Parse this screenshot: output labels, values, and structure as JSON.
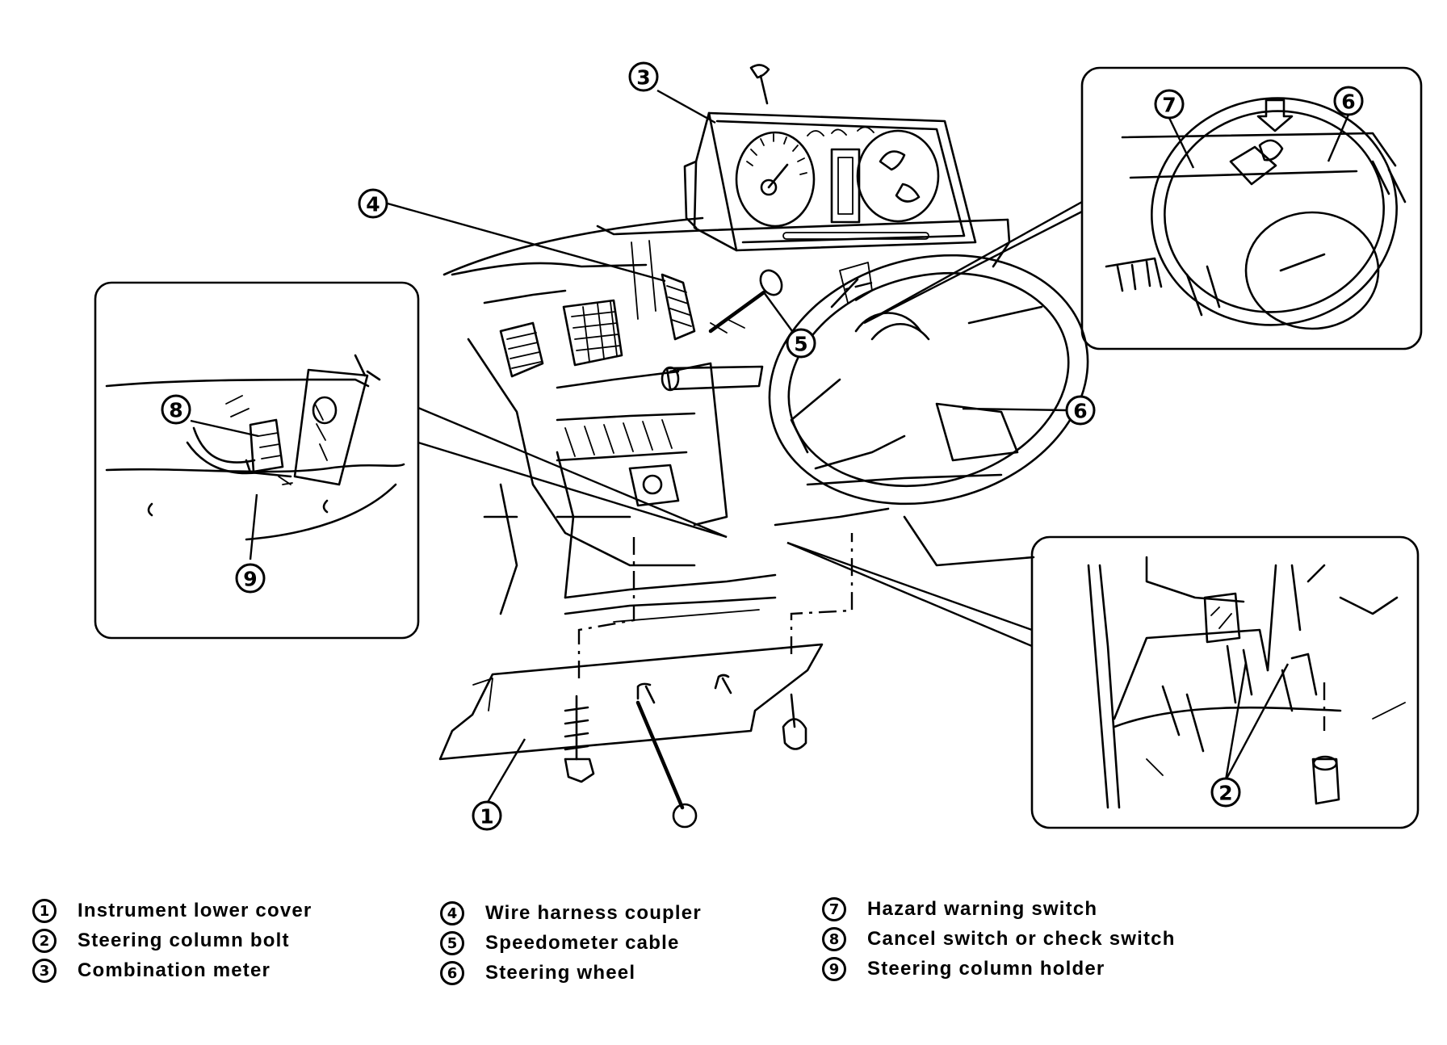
{
  "callouts": {
    "c1": "1",
    "c2": "2",
    "c3": "3",
    "c4": "4",
    "c5": "5",
    "c6a": "6",
    "c6b": "6",
    "c7": "7",
    "c8": "8",
    "c9": "9"
  },
  "legend": [
    {
      "num": "1",
      "text": "Instrument lower cover"
    },
    {
      "num": "2",
      "text": "Steering column bolt"
    },
    {
      "num": "3",
      "text": "Combination meter"
    },
    {
      "num": "4",
      "text": "Wire harness coupler"
    },
    {
      "num": "5",
      "text": "Speedometer cable"
    },
    {
      "num": "6",
      "text": "Steering wheel"
    },
    {
      "num": "7",
      "text": "Hazard warning switch"
    },
    {
      "num": "8",
      "text": "Cancel switch or check switch"
    },
    {
      "num": "9",
      "text": "Steering column holder"
    }
  ]
}
